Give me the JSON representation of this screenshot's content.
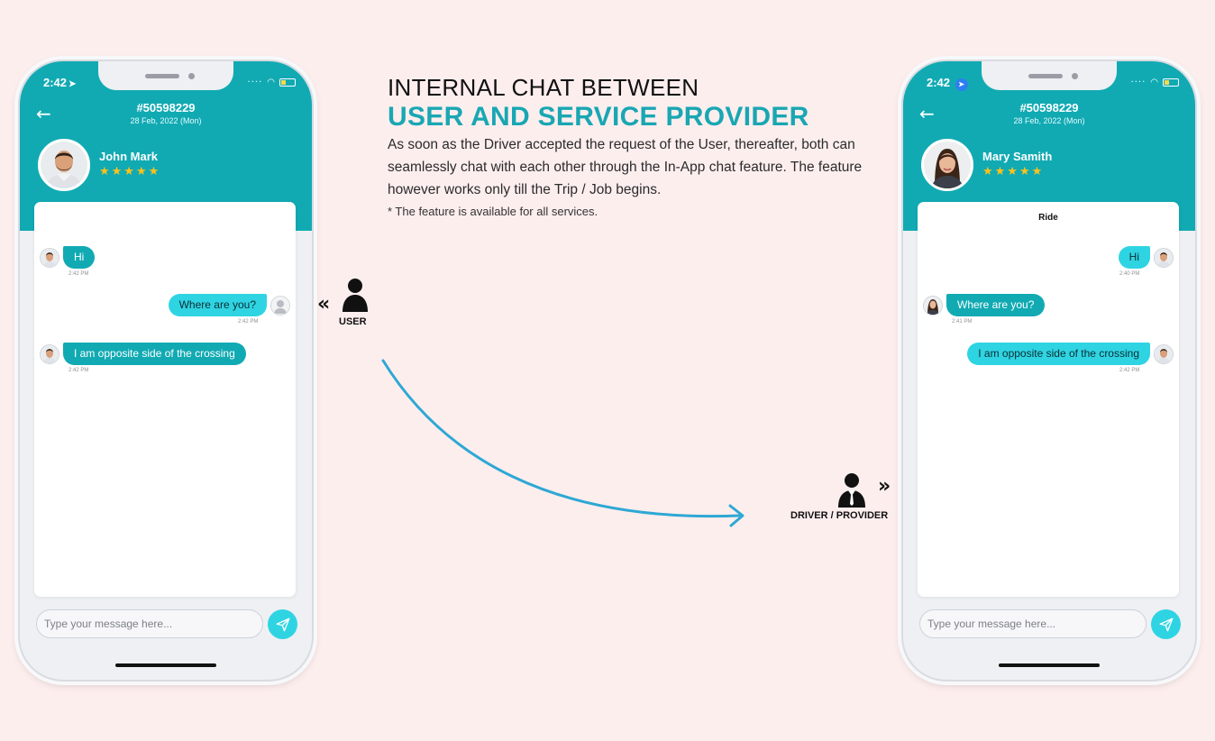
{
  "headline": {
    "line1": "INTERNAL CHAT BETWEEN",
    "line2": "USER AND SERVICE PROVIDER",
    "description": "As soon as the Driver accepted the request of the User, thereafter, both can seamlessly chat with each other through the In-App chat feature. The feature however works only till the Trip / Job begins.",
    "footnote": "* The feature is available for all services."
  },
  "user_label": "USER",
  "driver_label": "DRIVER / PROVIDER",
  "colors": {
    "background": "#fdeeee",
    "header_teal": "#11aab3",
    "bubble_light": "#2fd4e3",
    "headline_accent": "#19a7b3",
    "star": "#ffc21a",
    "arrow": "#2ea8d4"
  },
  "left_phone": {
    "status_time": "2:42",
    "trip_id": "#50598229",
    "trip_date": "28 Feb, 2022 (Mon)",
    "profile_name": "John Mark",
    "rating": 5,
    "stars": "★★★★★",
    "chat_title": "",
    "messages": [
      {
        "text": "Hi",
        "time": "2:42 PM",
        "side": "in",
        "avatar": "male-avatar-icon"
      },
      {
        "text": "Where are you?",
        "time": "2:42 PM",
        "side": "out",
        "avatar": "default-user-icon"
      },
      {
        "text": "I am opposite side of the crossing",
        "time": "2:42 PM",
        "side": "in",
        "avatar": "male-avatar-icon"
      }
    ],
    "input_placeholder": "Type your message here..."
  },
  "right_phone": {
    "status_time": "2:42",
    "trip_id": "#50598229",
    "trip_date": "28 Feb, 2022 (Mon)",
    "profile_name": "Mary Samith",
    "rating": 5,
    "stars": "★★★★★",
    "chat_title": "Ride",
    "messages": [
      {
        "text": "Hi",
        "time": "2:40 PM",
        "side": "out",
        "avatar": "male-avatar-icon"
      },
      {
        "text": "Where are you?",
        "time": "2:41 PM",
        "side": "in",
        "avatar": "female-avatar-icon"
      },
      {
        "text": "I am opposite side of the crossing",
        "time": "2:42 PM",
        "side": "out",
        "avatar": "male-avatar-icon"
      }
    ],
    "input_placeholder": "Type your message here..."
  }
}
